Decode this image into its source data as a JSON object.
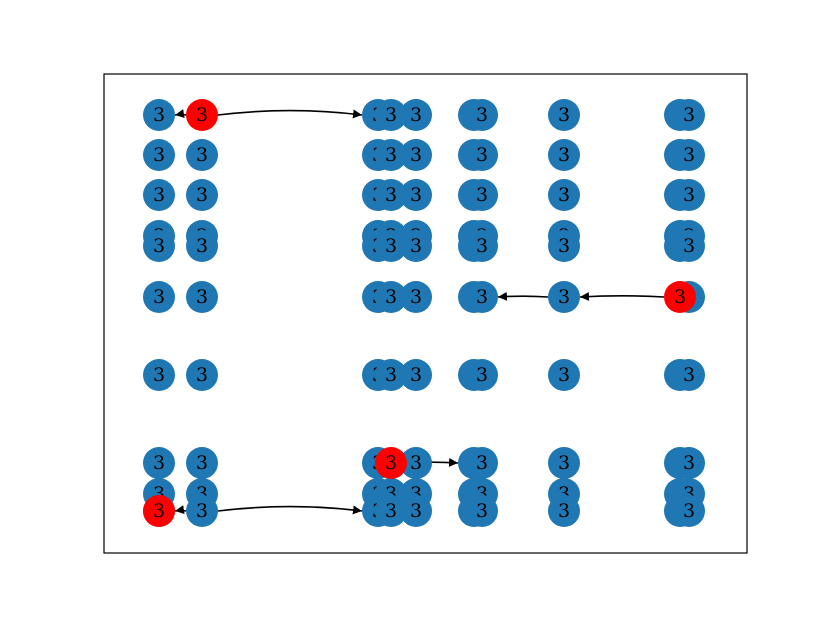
{
  "diagram": {
    "node_label": "3",
    "colors": {
      "node": "#1f77b4",
      "highlight": "#ff0000",
      "edge": "#000000",
      "frame": "#000000",
      "background": "#ffffff"
    },
    "rows": [
      "r1",
      "r2",
      "r3",
      "r4a",
      "r4b",
      "r5",
      "r6",
      "r7",
      "r8",
      "r9a",
      "r9b"
    ],
    "columns": [
      {
        "id": "A",
        "positions": [
          "a"
        ],
        "rows": [
          "r1",
          "r2",
          "r3",
          "r4a",
          "r4b",
          "r5",
          "r6",
          "r7",
          "r8",
          "r9b"
        ]
      },
      {
        "id": "B",
        "positions": [
          "b"
        ],
        "rows": [
          "r1",
          "r2",
          "r3",
          "r4a",
          "r4b",
          "r5",
          "r6",
          "r7",
          "r8",
          "r9b"
        ]
      },
      {
        "id": "C",
        "positions": [
          "c1",
          "c2",
          "c3"
        ],
        "rows": [
          "r1",
          "r2",
          "r3",
          "r4a",
          "r4b",
          "r5",
          "r6",
          "r7",
          "r8",
          "r9b"
        ]
      },
      {
        "id": "D",
        "positions": [
          "d1",
          "d2"
        ],
        "rows": [
          "r1",
          "r2",
          "r3",
          "r4a",
          "r4b",
          "r5",
          "r6",
          "r7",
          "r8",
          "r9b"
        ]
      },
      {
        "id": "E",
        "positions": [
          "e"
        ],
        "rows": [
          "r1",
          "r2",
          "r3",
          "r4a",
          "r4b",
          "r5",
          "r6",
          "r7",
          "r8",
          "r9b"
        ]
      },
      {
        "id": "F",
        "positions": [
          "f1",
          "f2"
        ],
        "rows": [
          "r1",
          "r2",
          "r3",
          "r4a",
          "r4b",
          "r5",
          "r6",
          "r7",
          "r8",
          "r9b"
        ]
      }
    ],
    "highlighted_nodes": [
      {
        "pos": "b",
        "row": "r1"
      },
      {
        "pos": "f1",
        "row": "r5"
      },
      {
        "pos": "c2",
        "row": "r7"
      },
      {
        "pos": "a",
        "row": "r9a"
      }
    ],
    "edges": [
      {
        "from": [
          "b",
          "r1"
        ],
        "to": [
          "a",
          "r1"
        ]
      },
      {
        "from": [
          "b",
          "r1"
        ],
        "to": [
          "c1",
          "r1"
        ]
      },
      {
        "from": [
          "f1",
          "r5"
        ],
        "to": [
          "e",
          "r5"
        ]
      },
      {
        "from": [
          "e",
          "r5"
        ],
        "to": [
          "d2",
          "r5"
        ]
      },
      {
        "from": [
          "c2",
          "r7"
        ],
        "to": [
          "d1",
          "r7"
        ]
      },
      {
        "from": [
          "b",
          "r9b"
        ],
        "to": [
          "a",
          "r9a"
        ]
      },
      {
        "from": [
          "b",
          "r9b"
        ],
        "to": [
          "c1",
          "r9b"
        ]
      }
    ]
  }
}
